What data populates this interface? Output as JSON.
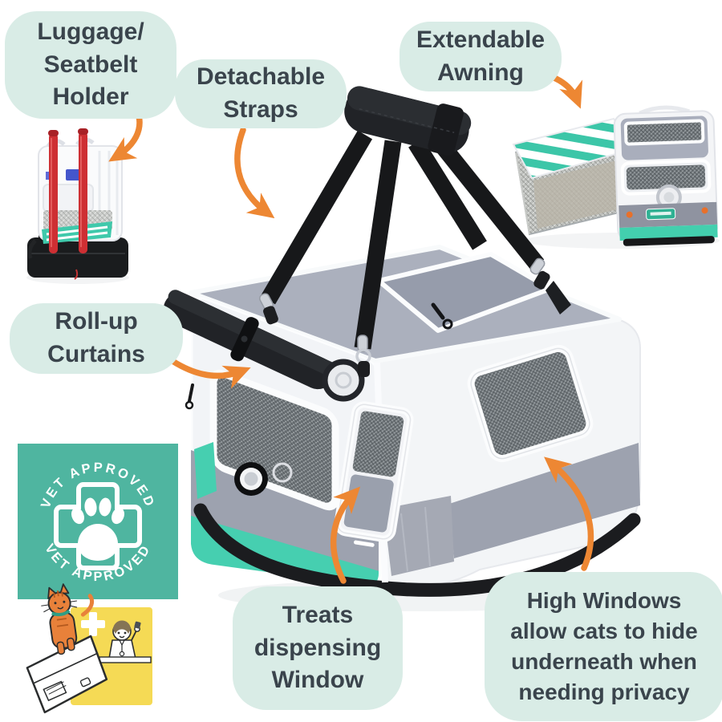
{
  "infographic": {
    "title_context": "cat carrier feature callouts",
    "callouts": {
      "luggage_seatbelt_holder": {
        "lines": [
          "Luggage/",
          "Seatbelt",
          "Holder"
        ]
      },
      "detachable_straps": {
        "lines": [
          "Detachable",
          "Straps"
        ]
      },
      "extendable_awning": {
        "lines": [
          "Extendable",
          "Awning"
        ]
      },
      "rollup_curtains": {
        "lines": [
          "Roll-up",
          "Curtains"
        ]
      },
      "treats_window": {
        "lines": [
          "Treats",
          "dispensing",
          "Window"
        ]
      },
      "high_windows": {
        "lines": [
          "High Windows",
          "allow cats to hide",
          "underneath when",
          "needing privacy"
        ]
      }
    },
    "badge": {
      "arc_top": "VET APPROVED",
      "arc_bottom": "VET APPROVED"
    },
    "colors": {
      "label_bg": "#d9ece6",
      "label_text": "#3a444c",
      "arrow_orange": "#ed8733",
      "badge_teal": "#4fb5a0",
      "card_yellow": "#f5da55",
      "carrier_teal": "#46cfb0",
      "carrier_gray": "#9da2af",
      "strap_black": "#17181a",
      "luggage_pole_red": "#ce2f33",
      "cat_orange": "#e8813a"
    }
  }
}
